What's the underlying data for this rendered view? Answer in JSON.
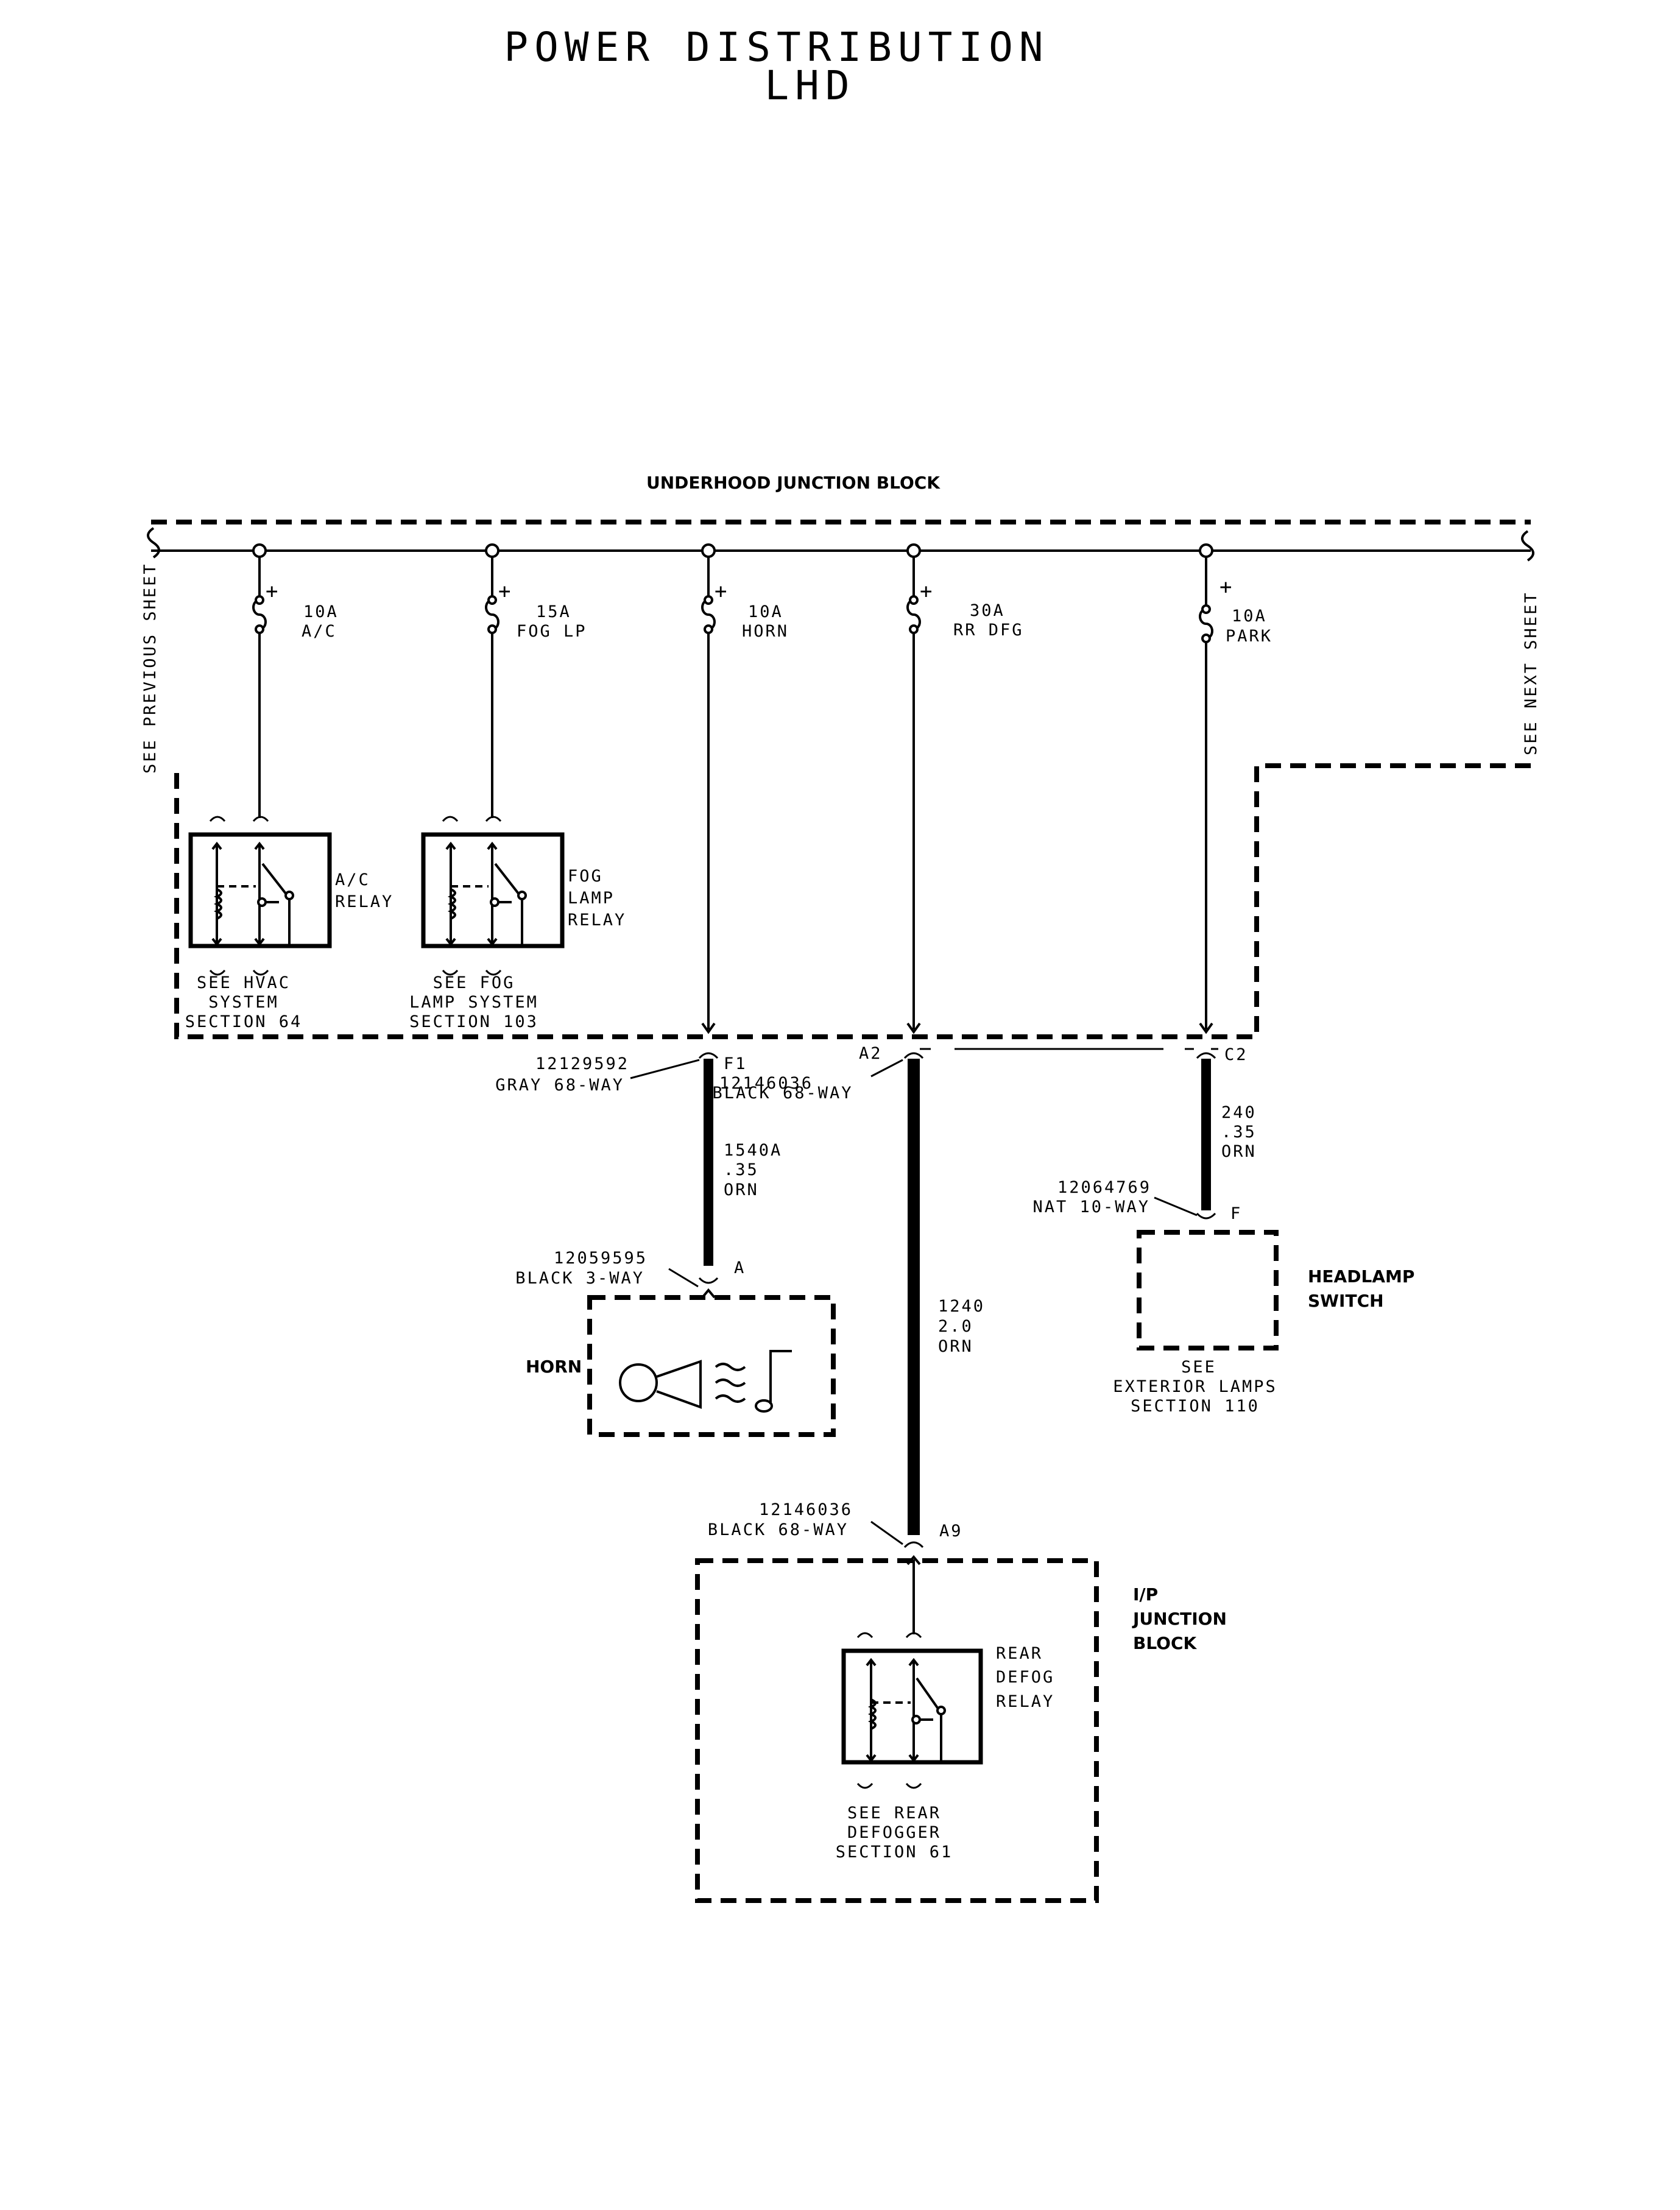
{
  "title": {
    "line1": "POWER DISTRIBUTION",
    "line2": "LHD"
  },
  "underhood_block": {
    "label": "UNDERHOOD JUNCTION BLOCK"
  },
  "continuation": {
    "previous": "SEE PREVIOUS SHEET",
    "next": "SEE NEXT SHEET"
  },
  "fuses": [
    {
      "rating": "10A",
      "circuit": "A/C"
    },
    {
      "rating": "15A",
      "circuit": "FOG LP"
    },
    {
      "rating": "10A",
      "circuit": "HORN"
    },
    {
      "rating": "30A",
      "circuit": "RR DFG"
    },
    {
      "rating": "10A",
      "circuit": "PARK"
    }
  ],
  "plus_symbol": "+",
  "relays": {
    "ac": {
      "name": [
        "A/C",
        "RELAY"
      ],
      "see": [
        "SEE HVAC",
        "SYSTEM",
        "SECTION 64"
      ]
    },
    "fog": {
      "name": [
        "FOG",
        "LAMP",
        "RELAY"
      ],
      "see": [
        "SEE FOG",
        "LAMP SYSTEM",
        "SECTION 103"
      ]
    },
    "rear_defog": {
      "name": [
        "REAR",
        "DEFOG",
        "RELAY"
      ],
      "see": [
        "SEE REAR",
        "DEFOGGER",
        "SECTION 61"
      ]
    }
  },
  "connectors": {
    "f1": {
      "part": "12129592",
      "desc": "GRAY 68-WAY",
      "pin": "F1"
    },
    "a2": {
      "part": "12146036",
      "desc": "BLACK 68-WAY",
      "pin": "A2"
    },
    "c2": {
      "pin": "C2"
    },
    "horn_conn": {
      "part": "12059595",
      "desc": "BLACK 3-WAY",
      "pin": "A"
    },
    "hl_conn": {
      "part": "12064769",
      "desc": "NAT 10-WAY",
      "pin": "F"
    },
    "a9": {
      "part": "12146036",
      "desc": "BLACK 68-WAY",
      "pin": "A9"
    }
  },
  "wires": {
    "horn": {
      "circuit": "1540A",
      "gauge": ".35",
      "color": "ORN"
    },
    "defog": {
      "circuit": "1240",
      "gauge": "2.0",
      "color": "ORN"
    },
    "park": {
      "circuit": "240",
      "gauge": ".35",
      "color": "ORN"
    }
  },
  "components": {
    "horn": "HORN",
    "headlamp_switch": [
      "HEADLAMP",
      "SWITCH"
    ],
    "headlamp_see": [
      "SEE",
      "EXTERIOR LAMPS",
      "SECTION 110"
    ],
    "ip_block": [
      "I/P",
      "JUNCTION",
      "BLOCK"
    ]
  }
}
